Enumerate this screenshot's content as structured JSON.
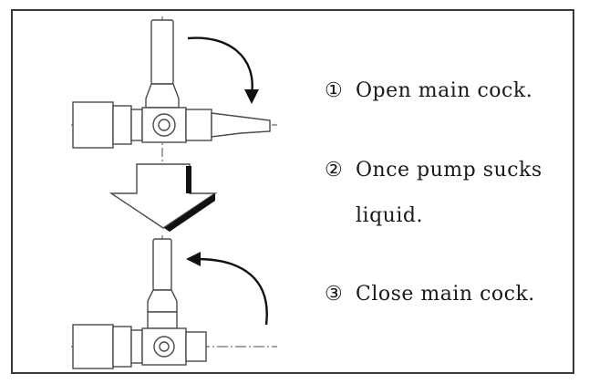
{
  "steps": [
    {
      "number": "①",
      "text": "Open main cock."
    },
    {
      "number": "②",
      "text": "Once pump sucks",
      "continuation": "liquid."
    },
    {
      "number": "③",
      "text": "Close main cock."
    }
  ],
  "colors": {
    "line": "#3a3a3a",
    "text": "#1a1a1a",
    "accent": "#000000"
  }
}
